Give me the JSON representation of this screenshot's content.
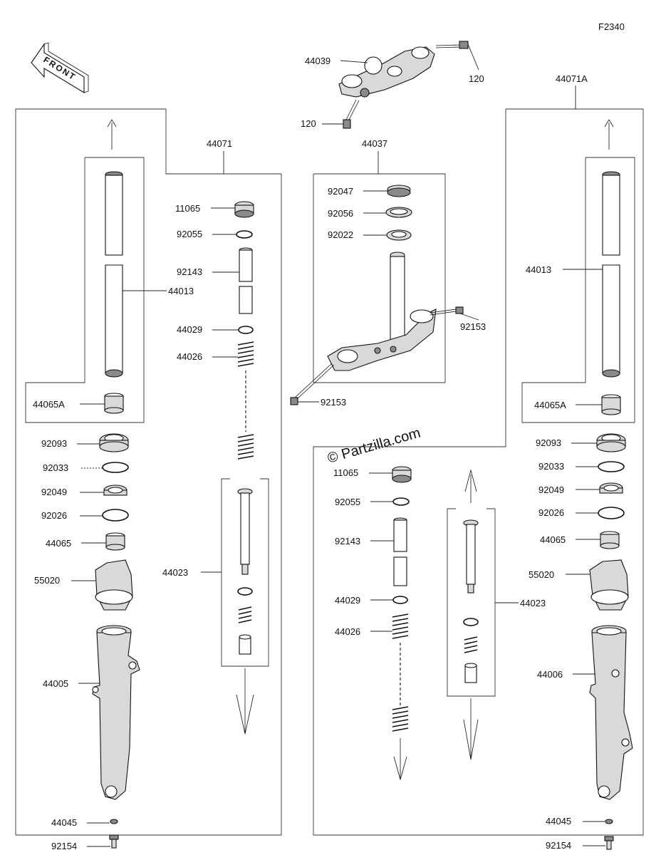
{
  "diagram_code": "F2340",
  "front_label": "FRONT",
  "watermark": "© Partzilla.com",
  "labels": {
    "p44039": "44039",
    "p120_top": "120",
    "p120_left": "120",
    "p44071": "44071",
    "p44037": "44037",
    "p44071A": "44071A",
    "p11065_l": "11065",
    "p92055_l": "92055",
    "p92143_l": "92143",
    "p44029_l": "44029",
    "p44026_l": "44026",
    "p44023_l": "44023",
    "p44013_l": "44013",
    "p44065A_l": "44065A",
    "p92093_l": "92093",
    "p92033_l": "92033",
    "p92049_l": "92049",
    "p92026_l": "92026",
    "p44065_l": "44065",
    "p55020_l": "55020",
    "p44005": "44005",
    "p44045_l": "44045",
    "p92154_l": "92154",
    "p92047": "92047",
    "p92056": "92056",
    "p92022": "92022",
    "p92153_r": "92153",
    "p92153_l": "92153",
    "p11065_r": "11065",
    "p92055_r": "92055",
    "p92143_r": "92143",
    "p44029_r": "44029",
    "p44026_r": "44026",
    "p44023_r": "44023",
    "p44013_r": "44013",
    "p44065A_r": "44065A",
    "p92093_r": "92093",
    "p92033_r": "92033",
    "p92049_r": "92049",
    "p92026_r": "92026",
    "p44065_r": "44065",
    "p55020_r": "55020",
    "p44006": "44006",
    "p44045_r": "44045",
    "p92154_r": "92154"
  },
  "colors": {
    "line": "#111111",
    "part_fill_light": "#d9d9d9",
    "part_fill_dark": "#8a8a8a",
    "background": "#ffffff"
  }
}
